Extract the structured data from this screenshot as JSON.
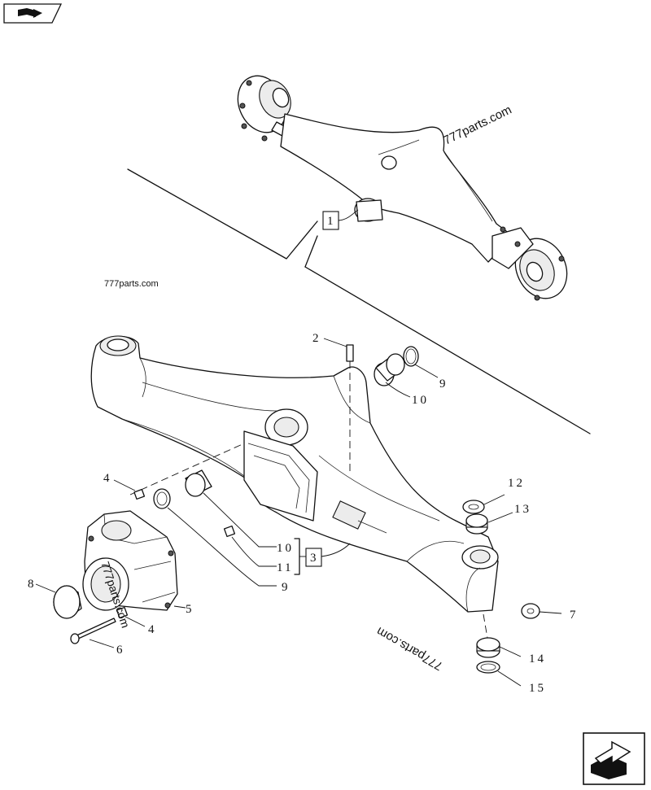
{
  "watermark": {
    "text_top": "777parts.com",
    "text_left": "777parts.com",
    "text_housing": "777parts.com",
    "text_bottom": "777parts.com"
  },
  "callouts": {
    "ref_1": "1",
    "ref_3": "3",
    "c2": "2",
    "c9_top": "9",
    "c10_top": "10",
    "c4_top": "4",
    "c12": "12",
    "c13": "13",
    "c10_mid": "10",
    "c11": "11",
    "c9_mid": "9",
    "c8": "8",
    "c5": "5",
    "c4_bottom": "4",
    "c6": "6",
    "c7": "7",
    "c14": "14",
    "c15": "15"
  },
  "icons": {
    "top_left": "book-arrow-icon",
    "bottom_right": "next-page-arrow-icon"
  }
}
